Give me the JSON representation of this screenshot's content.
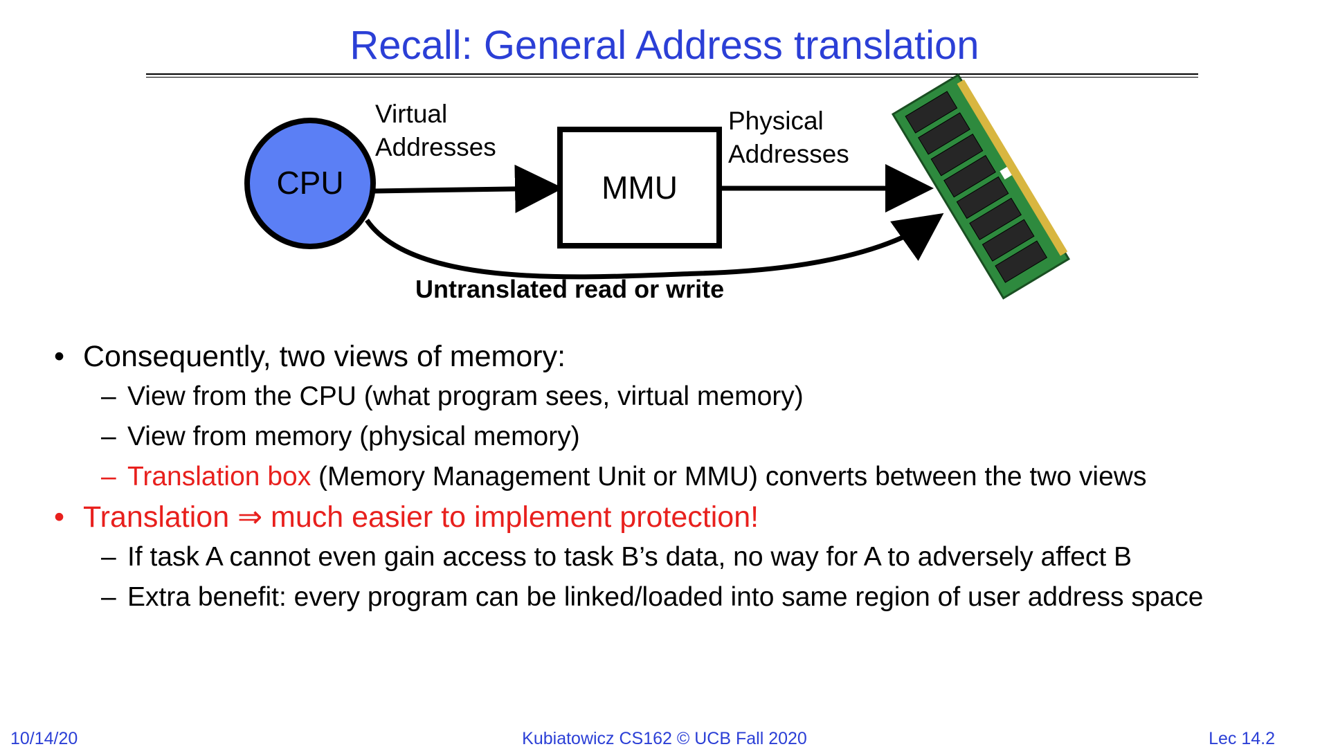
{
  "slide": {
    "title": "Recall: General Address translation"
  },
  "diagram": {
    "cpu_label": "CPU",
    "mmu_label": "MMU",
    "virtual_label_line1": "Virtual",
    "virtual_label_line2": "Addresses",
    "physical_label_line1": "Physical",
    "physical_label_line2": "Addresses",
    "untranslated_label": "Untranslated read or write",
    "cpu_fill_color": "#5b7ff5",
    "memory_icon": "ram-module-icon"
  },
  "bullets": [
    {
      "level": 1,
      "text": "Consequently, two views of memory:"
    },
    {
      "level": 2,
      "text": "View from the CPU (what program sees, virtual memory)"
    },
    {
      "level": 2,
      "text": "View from memory (physical memory)"
    },
    {
      "level": 2,
      "highlight": "Translation box",
      "text": " (Memory Management Unit or MMU) converts between the two views"
    },
    {
      "level": 1,
      "text": "Translation ⇒ much easier to implement protection!"
    },
    {
      "level": 2,
      "text": "If task A cannot even gain access to task B’s data, no way for A to adversely affect B"
    },
    {
      "level": 2,
      "text": "Extra benefit: every program can be linked/loaded into same region of user address space"
    }
  ],
  "footer": {
    "date": "10/14/20",
    "course": "Kubiatowicz CS162 © UCB Fall 2020",
    "lecture": "Lec 14.2"
  },
  "colors": {
    "title": "#2b3fd6",
    "highlight_red": "#e8201d",
    "footer": "#2b3fd6"
  }
}
